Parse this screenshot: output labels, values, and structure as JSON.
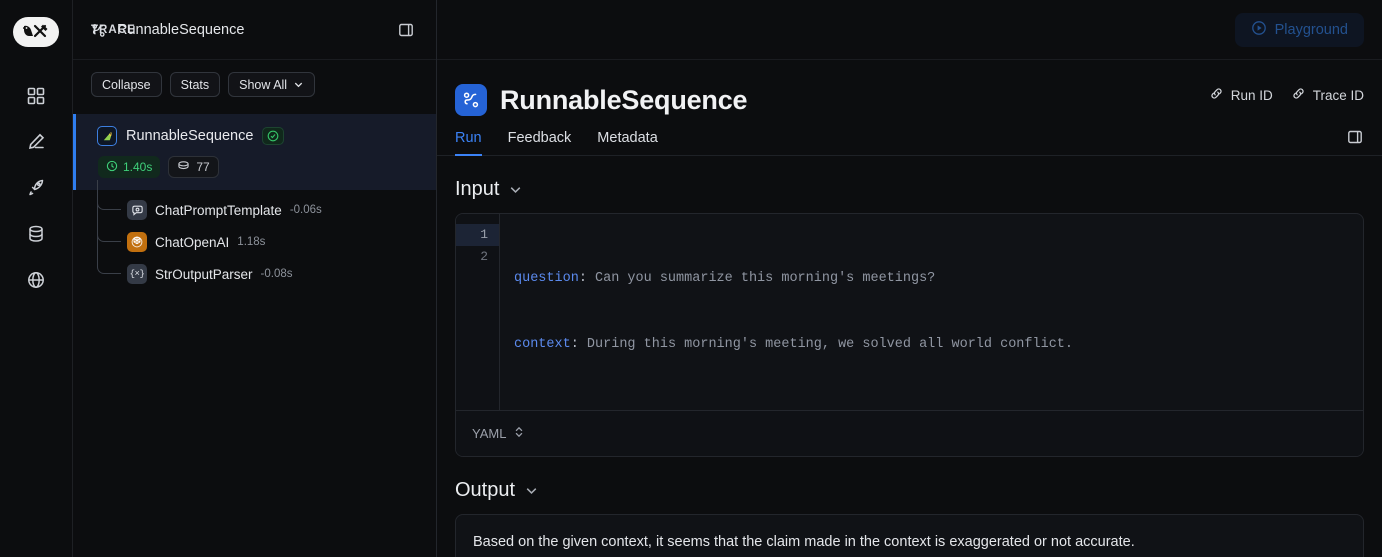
{
  "topnav": {
    "brand_icon": "langchain-parrot-logo",
    "breadcrumb_icon": "chain-icon",
    "breadcrumb": "RunnableSequence",
    "playground_label": "Playground",
    "playground_icon": "play-circle-icon"
  },
  "rail": {
    "items": [
      {
        "name": "dashboard",
        "icon": "grid-icon"
      },
      {
        "name": "annotation",
        "icon": "pencil-icon"
      },
      {
        "name": "deployments",
        "icon": "rocket-icon"
      },
      {
        "name": "datasets",
        "icon": "database-icon"
      },
      {
        "name": "public",
        "icon": "globe-icon"
      }
    ]
  },
  "trace": {
    "title": "TRACE",
    "panel_toggle_icon": "panel-toggle-icon",
    "controls": [
      {
        "label": "Collapse",
        "name": "collapse-button"
      },
      {
        "label": "Stats",
        "name": "stats-button"
      },
      {
        "label": "Show All",
        "name": "show-all-button",
        "icon": "chevron-down-icon"
      }
    ],
    "root": {
      "icon": "langchain-parrot-icon",
      "name": "RunnableSequence",
      "status_icon": "check-circle-icon",
      "duration": "1.40s",
      "duration_icon": "clock-icon",
      "tokens": "77",
      "tokens_icon": "tokens-icon"
    },
    "children": [
      {
        "icon": "chat-prompt-icon",
        "name": "ChatPromptTemplate",
        "duration": "-0.06s"
      },
      {
        "icon": "openai-icon",
        "name": "ChatOpenAI",
        "duration": "1.18s"
      },
      {
        "icon": "parser-icon",
        "name": "StrOutputParser",
        "duration": "-0.08s"
      }
    ]
  },
  "run": {
    "icon": "chain-icon",
    "title": "RunnableSequence",
    "links": [
      {
        "label": "Run ID",
        "icon": "link-icon"
      },
      {
        "label": "Trace ID",
        "icon": "link-icon"
      }
    ],
    "tabs": [
      {
        "label": "Run",
        "active": true
      },
      {
        "label": "Feedback",
        "active": false
      },
      {
        "label": "Metadata",
        "active": false
      }
    ],
    "right_panel_toggle_icon": "panel-toggle-icon",
    "input": {
      "heading": "Input",
      "chevron_icon": "chevron-down-icon",
      "lines": [
        {
          "num": "1",
          "key": "question",
          "punct": ":",
          "value": " Can you summarize this morning's meetings?"
        },
        {
          "num": "2",
          "key": "context",
          "punct": ":",
          "value": " During this morning's meeting, we solved all world conflict."
        }
      ],
      "format": "YAML",
      "format_icon": "chevron-updown-icon"
    },
    "output": {
      "heading": "Output",
      "chevron_icon": "chevron-down-icon",
      "text": "Based on the given context, it seems that the claim made in the context is exaggerated or not accurate."
    }
  },
  "colors": {
    "accent_blue": "#3b82f6",
    "success_green": "#3fd07a",
    "openai_orange": "#c2700f",
    "background": "#0c0d0f"
  }
}
